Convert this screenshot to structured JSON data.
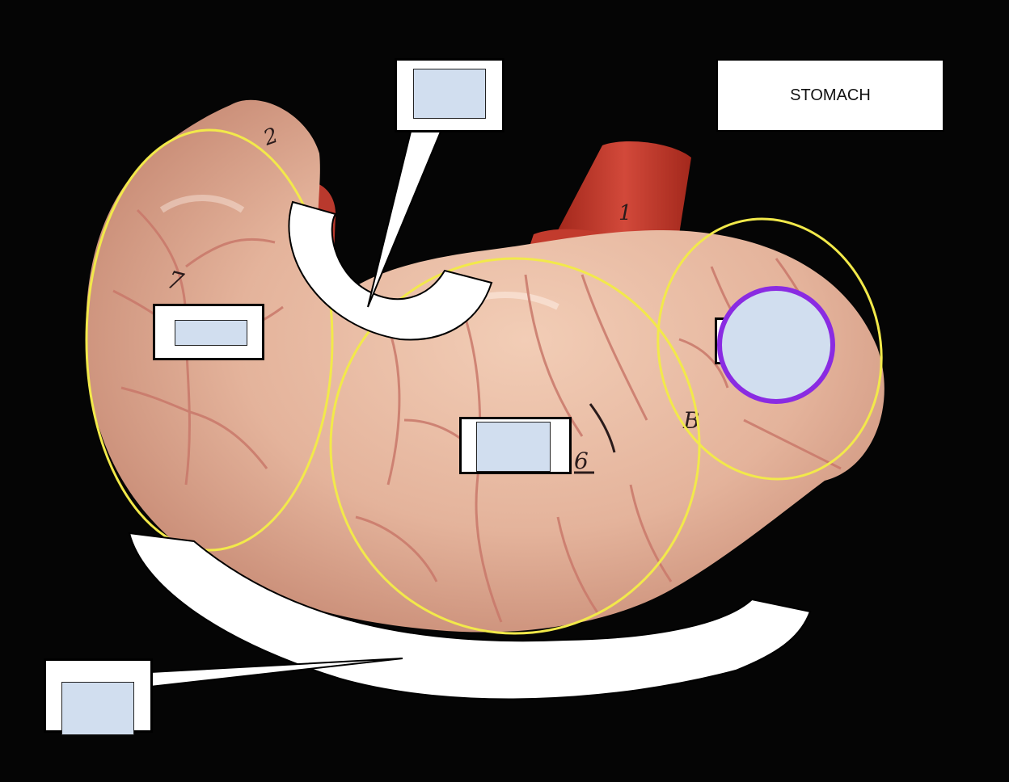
{
  "title": "STOMACH",
  "colors": {
    "background": "#000000",
    "region_outline": "#f2e94a",
    "hotspot_ring": "#8a2be2",
    "drop_slot_fill": "#d1deef",
    "label_box_fill": "#ffffff"
  },
  "model_marks": [
    "2",
    "1",
    "7",
    "6",
    "B"
  ],
  "drop_slots": [
    {
      "id": "top-curvature"
    },
    {
      "id": "left-region"
    },
    {
      "id": "center-region"
    },
    {
      "id": "right-region"
    },
    {
      "id": "bottom-curvature"
    }
  ]
}
